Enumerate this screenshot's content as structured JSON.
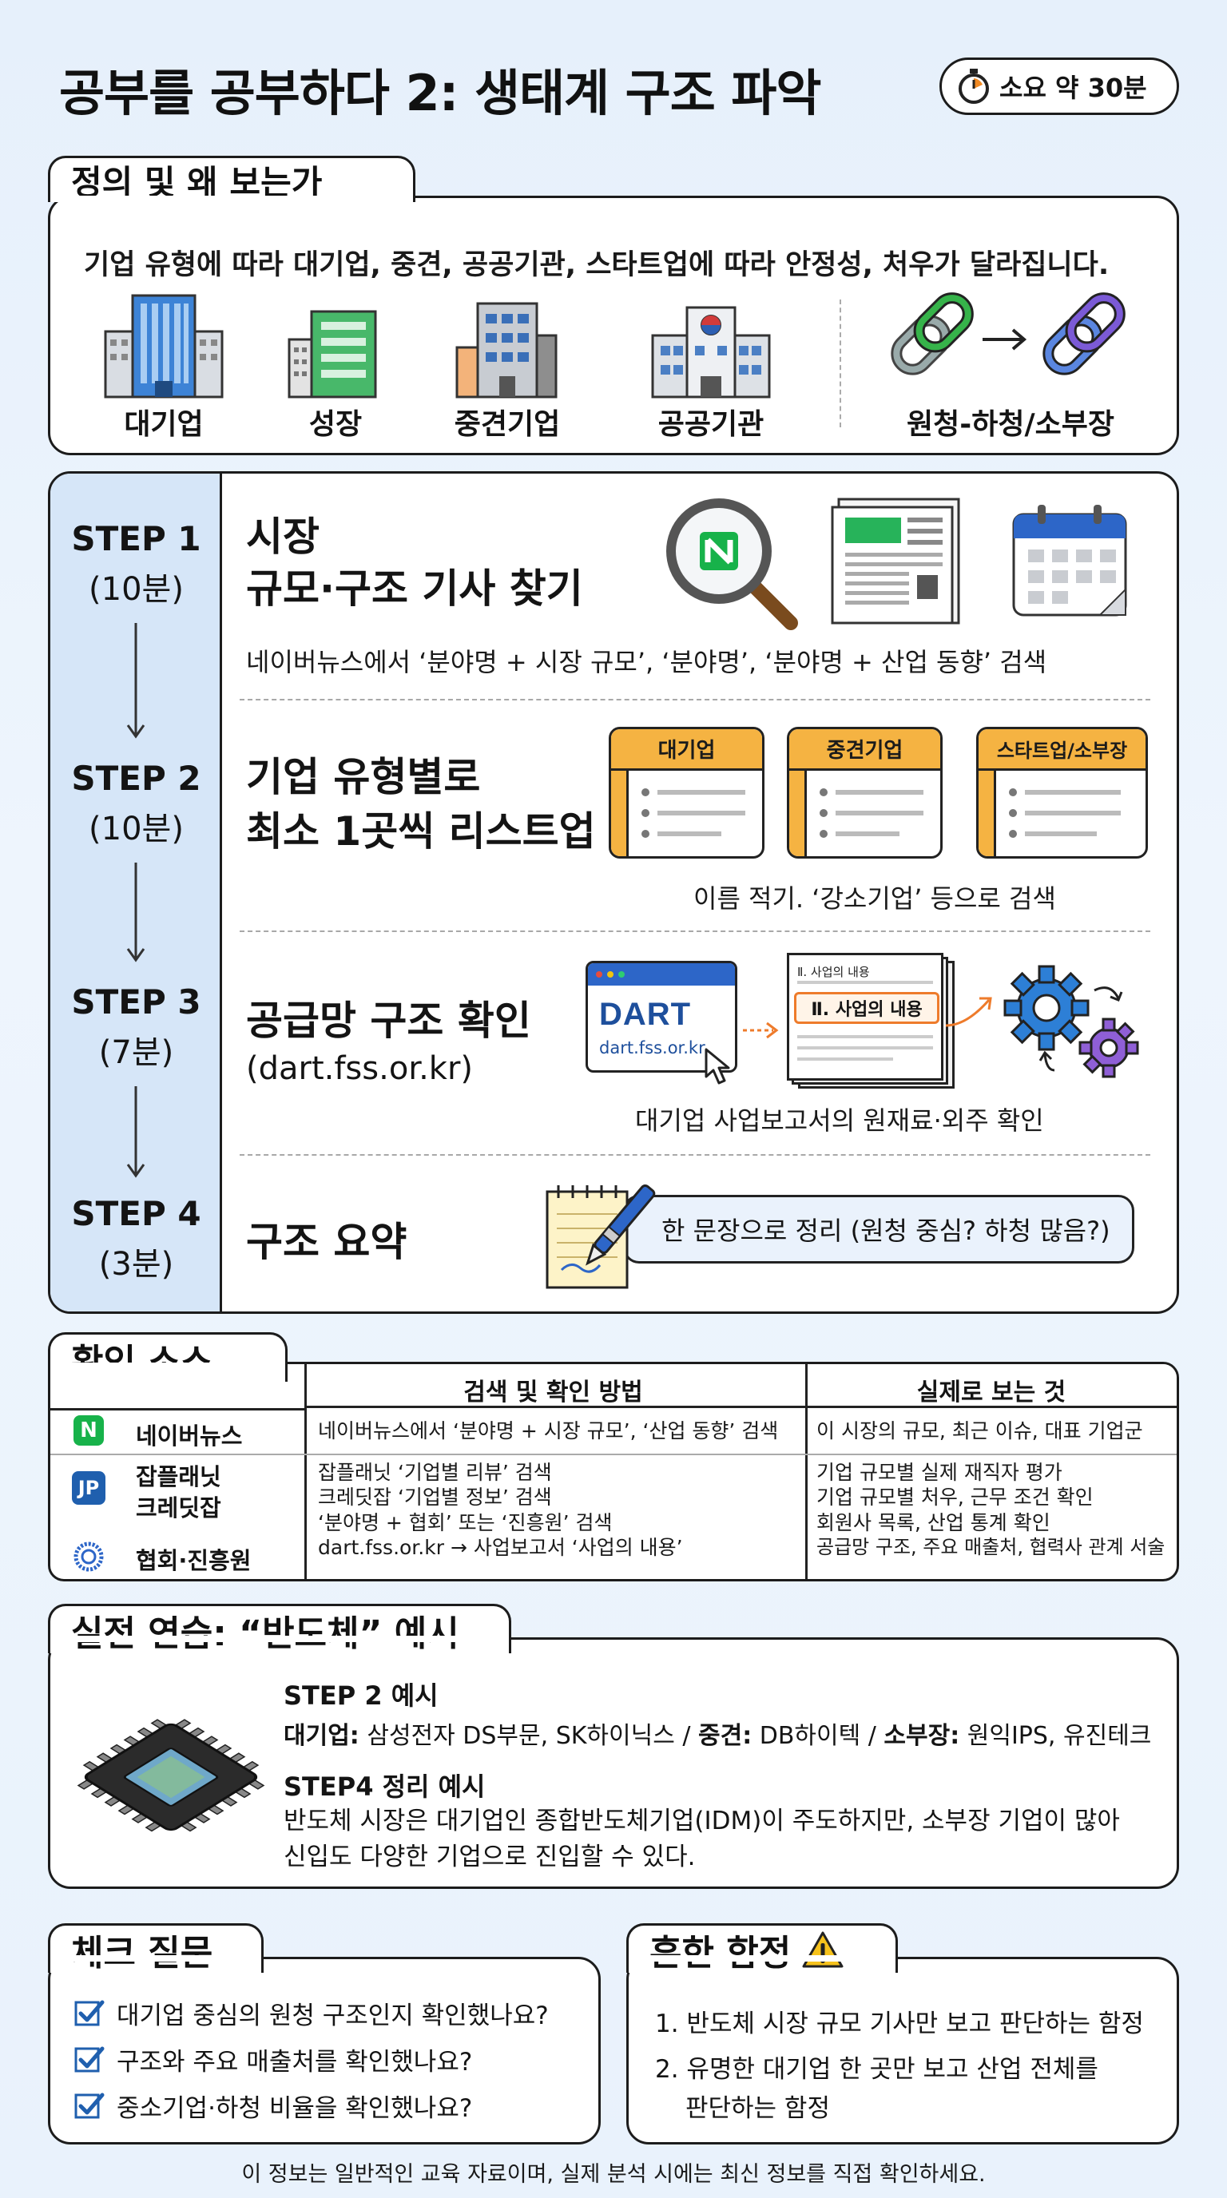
{
  "header": {
    "title": "공부를 공부하다 2: 생태계 구조 파악",
    "time_badge": "소요 약 30분"
  },
  "definition": {
    "tab_title": "정의 및 왜 보는가",
    "description": "기업 유형에 따라 대기업, 중견, 공공기관, 스타트업에 따라 안정성, 처우가 달라집니다.",
    "types": [
      "대기업",
      "성장",
      "중견기업",
      "공공기관"
    ],
    "relation_label": "원청-하청/소부장"
  },
  "steps": [
    {
      "label": "STEP 1",
      "time": "(10분)",
      "title_line1": "시장",
      "title_line2": "규모·구조 기사 찾기",
      "description": "네이버뉴스에서 ‘분야명 + 시장 규모’, ‘분야명’, ‘분야명 + 산업 동향’ 검색"
    },
    {
      "label": "STEP 2",
      "time": "(10분)",
      "title_line1": "기업 유형별로",
      "title_line2": "최소 1곳씩 리스트업",
      "folders": [
        "대기업",
        "중견기업",
        "스타트업/소부장"
      ],
      "description": "이름 적기. ‘강소기업’ 등으로 검색"
    },
    {
      "label": "STEP 3",
      "time": "(7분)",
      "title_line1": "공급망 구조 확인",
      "title_line2": "(dart.fss.or.kr)",
      "dart_logo": "DART",
      "dart_url": "dart.fss.or.kr",
      "doc_small": "Ⅱ. 사업의 내용",
      "doc_highlight": "Ⅱ. 사업의 내용",
      "description": "대기업 사업보고서의 원재료·외주 확인"
    },
    {
      "label": "STEP 4",
      "time": "(3분)",
      "title_line1": "구조 요약",
      "note": "한 문장으로 정리 (원청 중심? 하청 많음?)"
    }
  ],
  "sources": {
    "tab_title": "확인 소스",
    "col_method": "검색 및 확인 방법",
    "col_result": "실제로 보는 것",
    "rows": [
      {
        "badge": "N",
        "name": "네이버뉴스",
        "methods": [
          "네이버뉴스에서 ‘분야명 + 시장 규모’, ‘산업 동향’ 검색"
        ],
        "results": [
          "이 시장의 규모, 최근 이슈, 대표 기업군"
        ]
      },
      {
        "badge": "JP",
        "name_line1": "잡플래닛",
        "name_line2": "크레딧잡",
        "name_line3": "협회·진흥원",
        "methods": [
          "잡플래닛 ‘기업별 리뷰’ 검색",
          "크레딧잡 ‘기업별 정보’ 검색",
          "‘분야명 + 협회’ 또는 ‘진흥원’ 검색",
          "dart.fss.or.kr → 사업보고서 ‘사업의 내용’"
        ],
        "results": [
          "기업 규모별 실제 재직자 평가",
          "기업 규모별 처우, 근무 조건 확인",
          "회원사 목록, 산업 통계 확인",
          "공급망 구조, 주요 매출처, 협력사 관계 서술"
        ]
      }
    ]
  },
  "practice": {
    "tab_title": "실전 연습: “반도체” 예시",
    "step2_title": "STEP 2 예시",
    "step2_k1": "대기업:",
    "step2_v1": " 삼성전자 DS부문, SK하이닉스 / ",
    "step2_k2": "중견:",
    "step2_v2": " DB하이텍 / ",
    "step2_k3": "소부장:",
    "step2_v3": " 원익IPS, 유진테크",
    "step4_title": "STEP4 정리 예시",
    "step4_line1": "반도체 시장은 대기업인 종합반도체기업(IDM)이 주도하지만, 소부장 기업이 많아",
    "step4_line2": "신입도 다양한 기업으로 진입할 수 있다."
  },
  "check": {
    "tab_title": "체크 질문",
    "items": [
      "대기업 중심의 원청 구조인지 확인했나요?",
      "구조와 주요 매출처를 확인했나요?",
      "중소기업·하청 비율을 확인했나요?"
    ]
  },
  "traps": {
    "tab_title": "흔한 함정",
    "items": [
      "1. 반도체 시장 규모 기사만 보고 판단하는 함정",
      "2. 유명한 대기업 한 곳만 보고 산업 전체를",
      "판단하는 함정"
    ]
  },
  "footer": "이 정보는 일반적인 교육 자료이며, 실제 분석 시에는 최신 정보를 직접 확인하세요.",
  "colors": {
    "step_sidebar": "#d6e6f8",
    "folder_tab": "#f5b342",
    "naver_green": "#17b24a",
    "jp_blue": "#1f5fae",
    "dart_blue": "#1e4f9c",
    "highlight_orange": "#ee7b2b",
    "warning_yellow": "#f6c21c"
  }
}
